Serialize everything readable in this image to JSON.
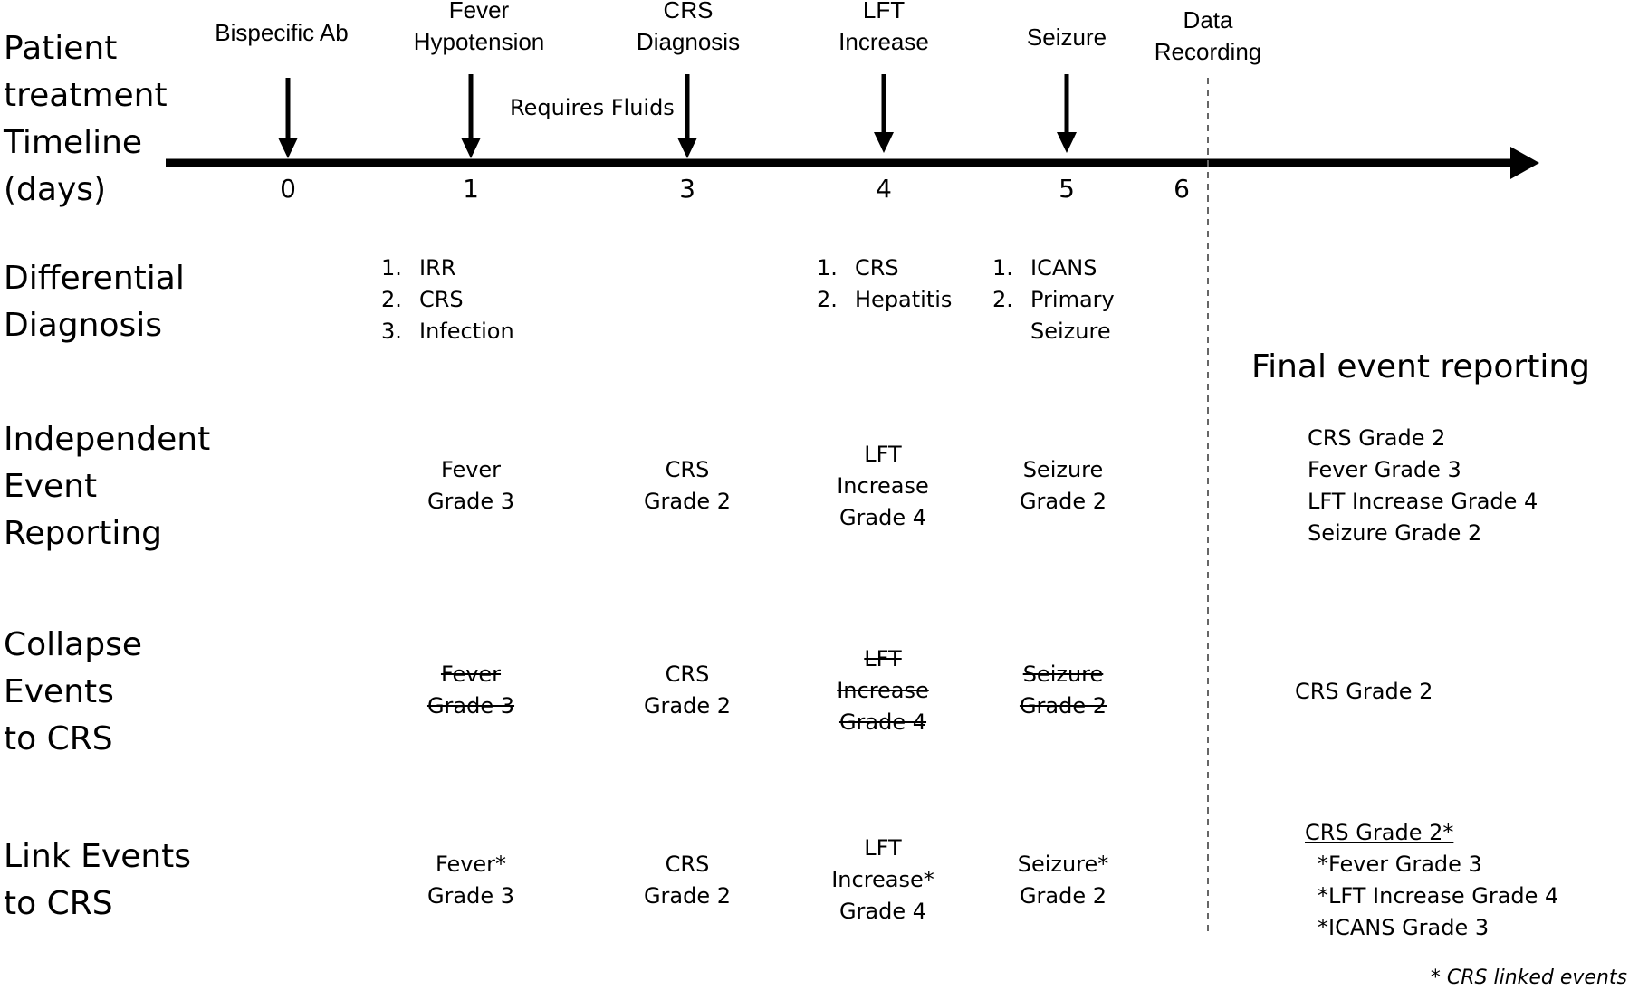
{
  "row_labels": {
    "timeline": [
      "Patient",
      "treatment",
      "Timeline",
      "(days)"
    ],
    "differential": [
      "Differential",
      "Diagnosis"
    ],
    "independent": [
      "Independent",
      "Event",
      "Reporting"
    ],
    "collapse": [
      "Collapse",
      "Events",
      "to CRS"
    ],
    "link": [
      "Link Events",
      "to CRS"
    ]
  },
  "timeline_events": {
    "bispecific": [
      "Bispecific Ab"
    ],
    "fever": [
      "Fever",
      "Hypotension"
    ],
    "crs": [
      "CRS",
      "Diagnosis"
    ],
    "lft": [
      "LFT",
      "Increase"
    ],
    "seizure": [
      "Seizure"
    ],
    "data": [
      "Data",
      "Recording"
    ],
    "fluids": "Requires Fluids"
  },
  "days": [
    "0",
    "1",
    "3",
    "4",
    "5",
    "6"
  ],
  "differential": {
    "d1": [
      {
        "n": "1.",
        "t": "IRR"
      },
      {
        "n": "2.",
        "t": "CRS"
      },
      {
        "n": "3.",
        "t": "Infection"
      }
    ],
    "d4": [
      {
        "n": "1.",
        "t": "CRS"
      },
      {
        "n": "2.",
        "t": "Hepatitis"
      }
    ],
    "d5": [
      {
        "n": "1.",
        "t": "ICANS"
      },
      {
        "n": "2.",
        "t": "Primary"
      },
      {
        "n": "",
        "t": "Seizure"
      }
    ]
  },
  "independent": {
    "d1": [
      "Fever",
      "Grade 3"
    ],
    "d3": [
      "CRS",
      "Grade 2"
    ],
    "d4": [
      "LFT",
      "Increase",
      "Grade 4"
    ],
    "d5": [
      "Seizure",
      "Grade 2"
    ]
  },
  "collapse": {
    "d1": [
      "Fever",
      "Grade 3"
    ],
    "d3": [
      "CRS",
      "Grade 2"
    ],
    "d4": [
      "LFT",
      "Increase",
      "Grade 4"
    ],
    "d5": [
      "Seizure",
      "Grade 2"
    ]
  },
  "link": {
    "d1": [
      "Fever*",
      "Grade 3"
    ],
    "d3": [
      "CRS",
      "Grade 2"
    ],
    "d4": [
      "LFT",
      "Increase*",
      "Grade 4"
    ],
    "d5": [
      "Seizure*",
      "Grade 2"
    ]
  },
  "final": {
    "title": "Final event reporting",
    "independent": [
      "CRS Grade 2",
      "Fever Grade 3",
      "LFT Increase Grade 4",
      "Seizure Grade 2"
    ],
    "collapse": [
      "CRS Grade 2"
    ],
    "link_head": "CRS Grade 2*",
    "link_items": [
      "*Fever Grade 3",
      "*LFT Increase Grade 4",
      "*ICANS Grade 3"
    ]
  },
  "footnote": "* CRS linked events"
}
